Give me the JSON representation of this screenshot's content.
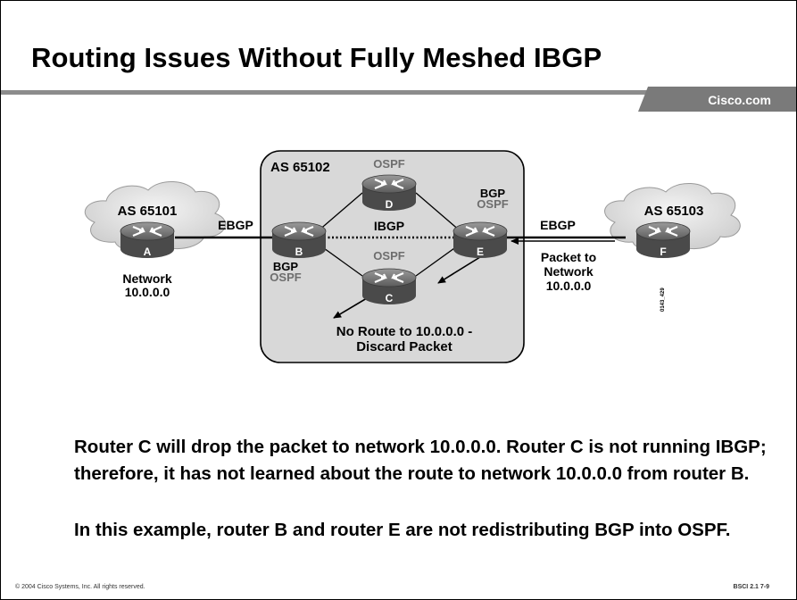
{
  "slide": {
    "title": "Routing Issues Without Fully Meshed IBGP",
    "brand": "Cisco.com",
    "footer_left": "© 2004 Cisco Systems, Inc. All rights reserved.",
    "footer_right": "BSCI 2.1   7-9"
  },
  "diagram": {
    "clouds": {
      "left": "AS 65101",
      "center": "AS 65102",
      "right": "AS 65103"
    },
    "routers": {
      "a": "A",
      "b": "B",
      "c": "C",
      "d": "D",
      "e": "E",
      "f": "F"
    },
    "links": {
      "ebgp_left": "EBGP",
      "ebgp_right": "EBGP",
      "ibgp": "IBGP"
    },
    "protocols": {
      "d_ospf": "OSPF",
      "c_ospf": "OSPF",
      "b_bgp": "BGP",
      "b_ospf": "OSPF",
      "e_bgp": "BGP",
      "e_ospf": "OSPF"
    },
    "labels": {
      "network_left_1": "Network",
      "network_left_2": "10.0.0.0",
      "packet_1": "Packet to",
      "packet_2": "Network",
      "packet_3": "10.0.0.0",
      "no_route_1": "No Route to 10.0.0.0 -",
      "no_route_2": "Discard Packet",
      "figure_id": "0143_429"
    }
  },
  "body": {
    "p1": "Router C will drop the packet to network 10.0.0.0. Router C is not running IBGP; therefore, it has not learned about the route to network 10.0.0.0 from router B.",
    "p2": "In this example, router B and router E are not redistributing BGP into OSPF."
  }
}
